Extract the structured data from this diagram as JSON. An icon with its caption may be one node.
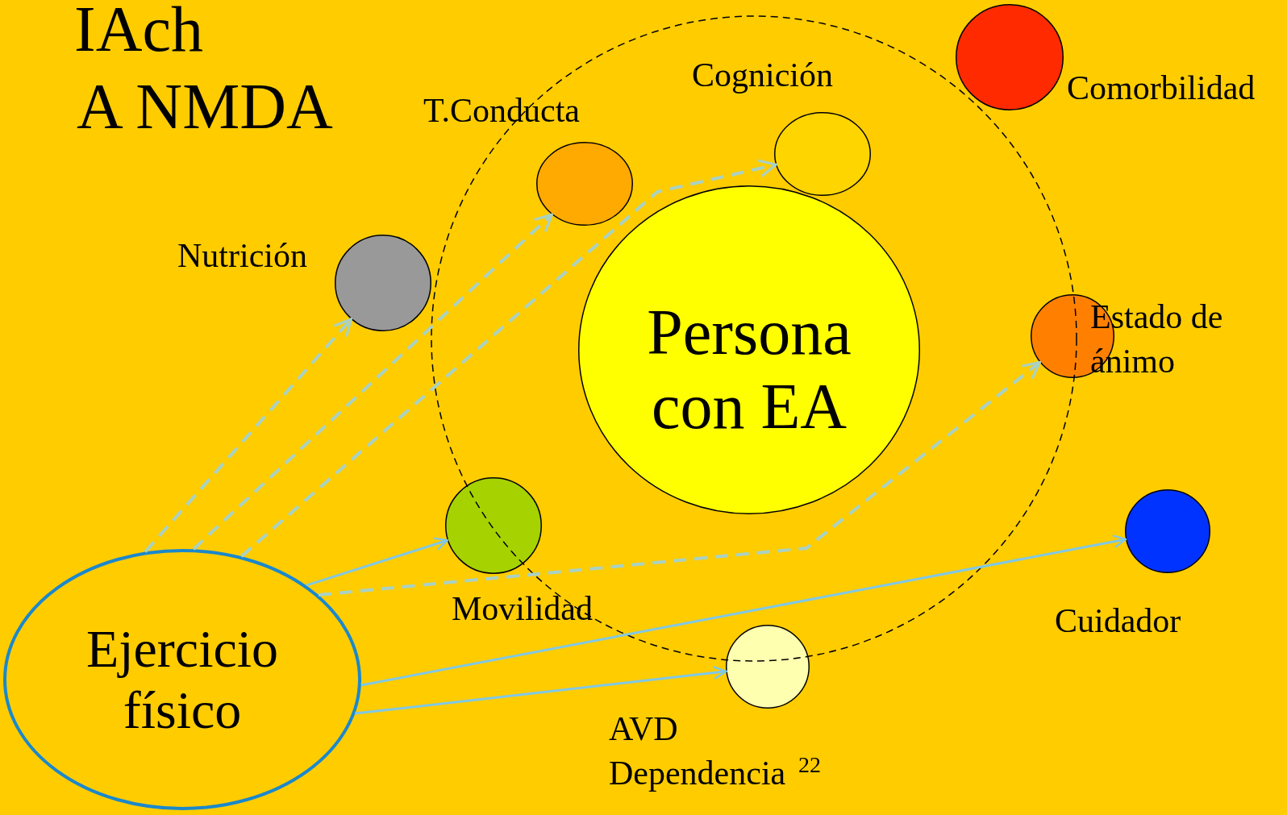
{
  "diagram": {
    "nodes": [
      {
        "text": [],
        "shape": "circle",
        "beside": [
          "Comorbilidad"
        ]
      },
      {
        "text": [],
        "shape": "circle",
        "beside": [
          "Cognición"
        ]
      },
      {
        "text": [],
        "shape": "circle",
        "beside": [
          "T.Conducta"
        ]
      },
      {
        "text": [],
        "shape": "circle",
        "beside": [
          "Nutrición"
        ]
      },
      {
        "text": [
          "Persona con EA"
        ]
      },
      {
        "text": [],
        "shape": "circle",
        "beside": [
          "Estado de ánimo"
        ]
      },
      {
        "text": [],
        "shape": "circle",
        "beside": [
          "Movilidad"
        ]
      },
      {
        "text": [],
        "shape": "circle",
        "beside": [
          "Cuidador"
        ]
      },
      {
        "text": [],
        "shape": "circle",
        "beside": [
          "AVD Dependencia"
        ]
      },
      {
        "text": [
          "Ejercicio físico"
        ]
      }
    ],
    "edges": [
      {
        "from": 9,
        "to": 3,
        "arrow": "to",
        "style": "dashed"
      },
      {
        "from": 9,
        "to": 2,
        "arrow": "to",
        "style": "dashed"
      },
      {
        "from": 9,
        "to": 1,
        "arrow": "to",
        "style": "dashed"
      },
      {
        "from": 9,
        "to": 5,
        "arrow": "to",
        "style": "dashed"
      },
      {
        "from": 9,
        "to": 6,
        "arrow": "to",
        "color": "#80c8e6"
      },
      {
        "from": 9,
        "to": 7,
        "arrow": "to",
        "color": "#80c8e6"
      },
      {
        "from": 9,
        "to": 8,
        "arrow": "to",
        "color": "#80c8e6"
      }
    ],
    "labels": [
      "IAch",
      "A NMDA",
      "22"
    ]
  }
}
